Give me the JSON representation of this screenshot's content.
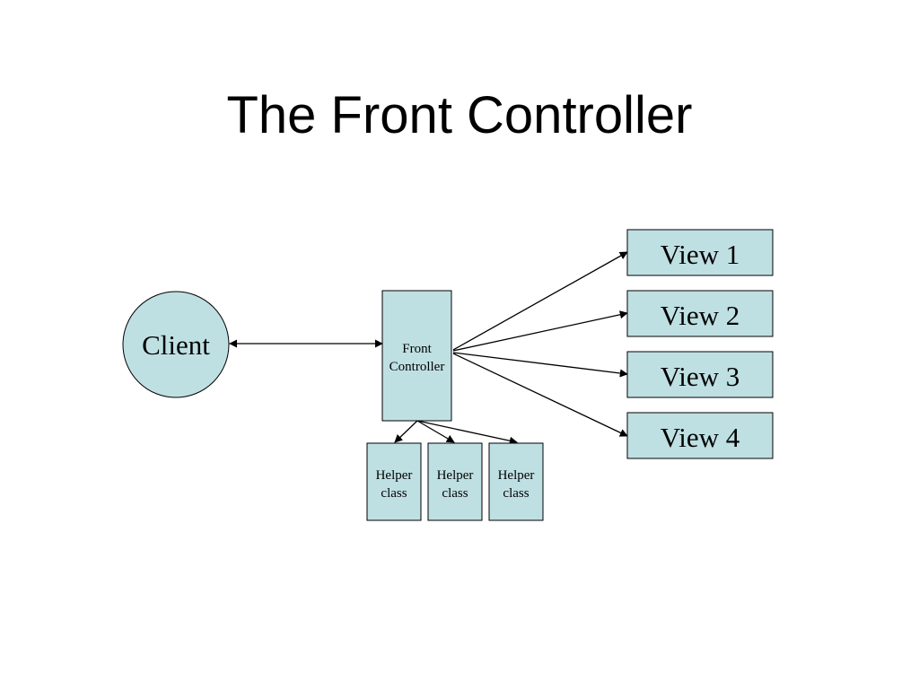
{
  "slide": {
    "title": "The Front Controller"
  },
  "colors": {
    "node_fill": "#bfe0e3",
    "stroke": "#000000",
    "background": "#ffffff"
  },
  "client": {
    "label": "Client"
  },
  "front_controller": {
    "line1": "Front",
    "line2": "Controller"
  },
  "views": [
    {
      "label": "View 1"
    },
    {
      "label": "View 2"
    },
    {
      "label": "View 3"
    },
    {
      "label": "View 4"
    }
  ],
  "helpers": [
    {
      "line1": "Helper",
      "line2": "class"
    },
    {
      "line1": "Helper",
      "line2": "class"
    },
    {
      "line1": "Helper",
      "line2": "class"
    }
  ]
}
